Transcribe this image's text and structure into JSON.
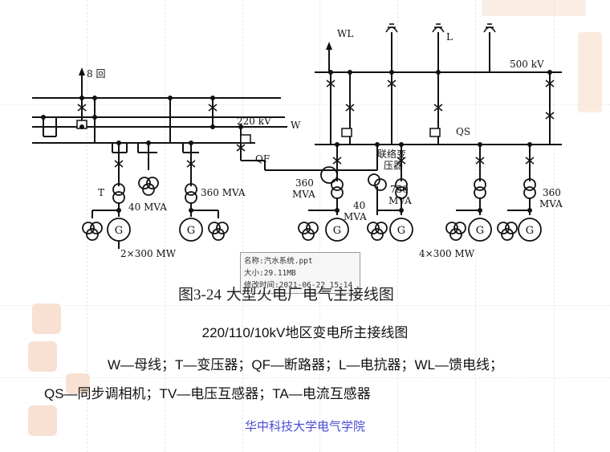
{
  "diagram": {
    "labels": {
      "circuits_8": "8 回",
      "bus_220kv": "220 kV",
      "bus_w": "W",
      "breaker_qf": "QF",
      "transformer_t": "T",
      "mva_360_left": "360 MVA",
      "mva_40_left": "40 MVA",
      "gen_g": "G",
      "total_left": "2×300 MW",
      "feeder_wl": "WL",
      "reactor_l": "L",
      "bus_500kv": "500 kV",
      "qs": "QS",
      "tie_transformer": "联络变\n压器",
      "mva_360_mid": "360\nMVA",
      "mva_750": "750\nMVA",
      "mva_40_mid": "40\nMVA",
      "mva_360_right": "360\nMVA",
      "total_right": "4×300 MW"
    }
  },
  "tooltip": {
    "name": "名称:汽水系统.ppt",
    "size": "大小:29.11MB",
    "modified": "修改时间:2021-06-22 15:14"
  },
  "caption": {
    "number": "图3-24",
    "text": "大型火电厂电气主接线图"
  },
  "subtitle": "220/110/10kV地区变电所主接线图",
  "legend": {
    "line1": "W—母线；T—变压器；QF—断路器；L—电抗器；WL—馈电线；",
    "line2": "QS—同步调相机；TV—电压互感器；TA—电流互感器"
  },
  "footer": "华中科技大学电气学院"
}
